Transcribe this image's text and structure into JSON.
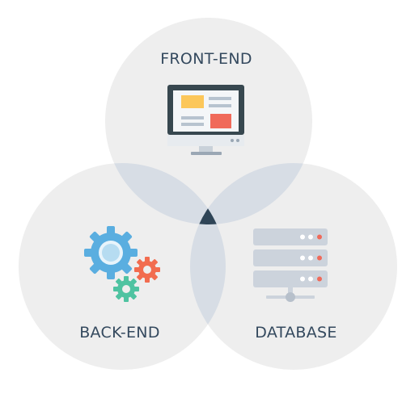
{
  "diagram": {
    "type": "venn",
    "sets": [
      {
        "id": "front-end",
        "label": "FRONT-END",
        "icon": "monitor-icon"
      },
      {
        "id": "back-end",
        "label": "BACK-END",
        "icon": "gears-icon"
      },
      {
        "id": "database",
        "label": "DATABASE",
        "icon": "server-icon"
      }
    ]
  },
  "colors": {
    "circle_fill": "#eeeeee",
    "pair_overlap": "#d7dde5",
    "center_overlap": "#2f4557",
    "label": "#34495e",
    "monitor_frame": "#37474f",
    "screen": "#f4f6f8",
    "accent_yellow": "#fcc75a",
    "accent_red": "#f06a5a",
    "gear_blue": "#5aaee0",
    "gear_orange": "#f26c4f",
    "gear_green": "#4fc3a1",
    "server_body": "#ccd3dc",
    "server_led_red": "#f06a5a"
  }
}
